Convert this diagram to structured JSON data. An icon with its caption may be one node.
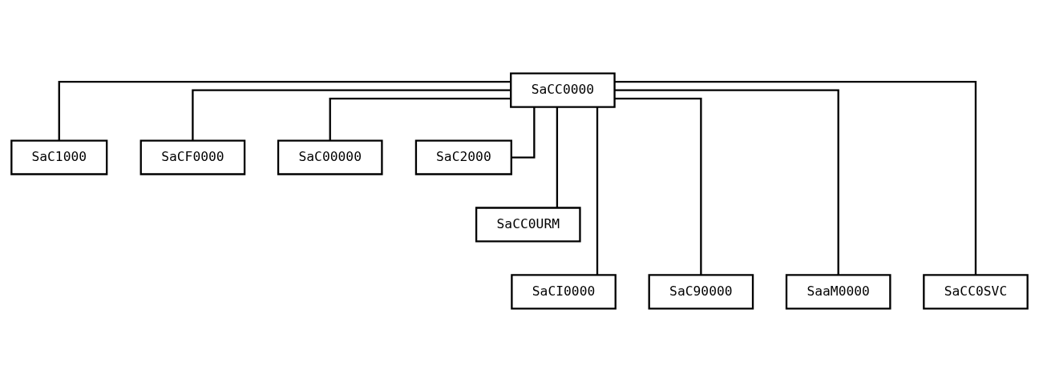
{
  "diagram": {
    "nodes": [
      {
        "text": [
          "SaCC0000"
        ]
      },
      {
        "text": [
          "SaC1000"
        ]
      },
      {
        "text": [
          "SaCF0000"
        ]
      },
      {
        "text": [
          "SaC00000"
        ]
      },
      {
        "text": [
          "SaC2000"
        ]
      },
      {
        "text": [
          "SaCC0URM"
        ]
      },
      {
        "text": [
          "SaCI0000"
        ]
      },
      {
        "text": [
          "SaC90000"
        ]
      },
      {
        "text": [
          "SaaM0000"
        ]
      },
      {
        "text": [
          "SaCC0SVC"
        ]
      }
    ],
    "edges": [
      {
        "from": 0,
        "to": 1,
        "arrow": "none"
      },
      {
        "from": 0,
        "to": 6,
        "arrow": "none"
      },
      {
        "from": 0,
        "to": 7,
        "arrow": "none"
      },
      {
        "from": 0,
        "to": 2,
        "arrow": "none"
      },
      {
        "from": 0,
        "to": 5,
        "arrow": "none"
      },
      {
        "from": 0,
        "to": 3,
        "arrow": "none"
      },
      {
        "from": 0,
        "to": 8,
        "arrow": "none"
      },
      {
        "from": 0,
        "to": 9,
        "arrow": "none"
      },
      {
        "from": 0,
        "to": 4,
        "arrow": "none"
      }
    ]
  }
}
